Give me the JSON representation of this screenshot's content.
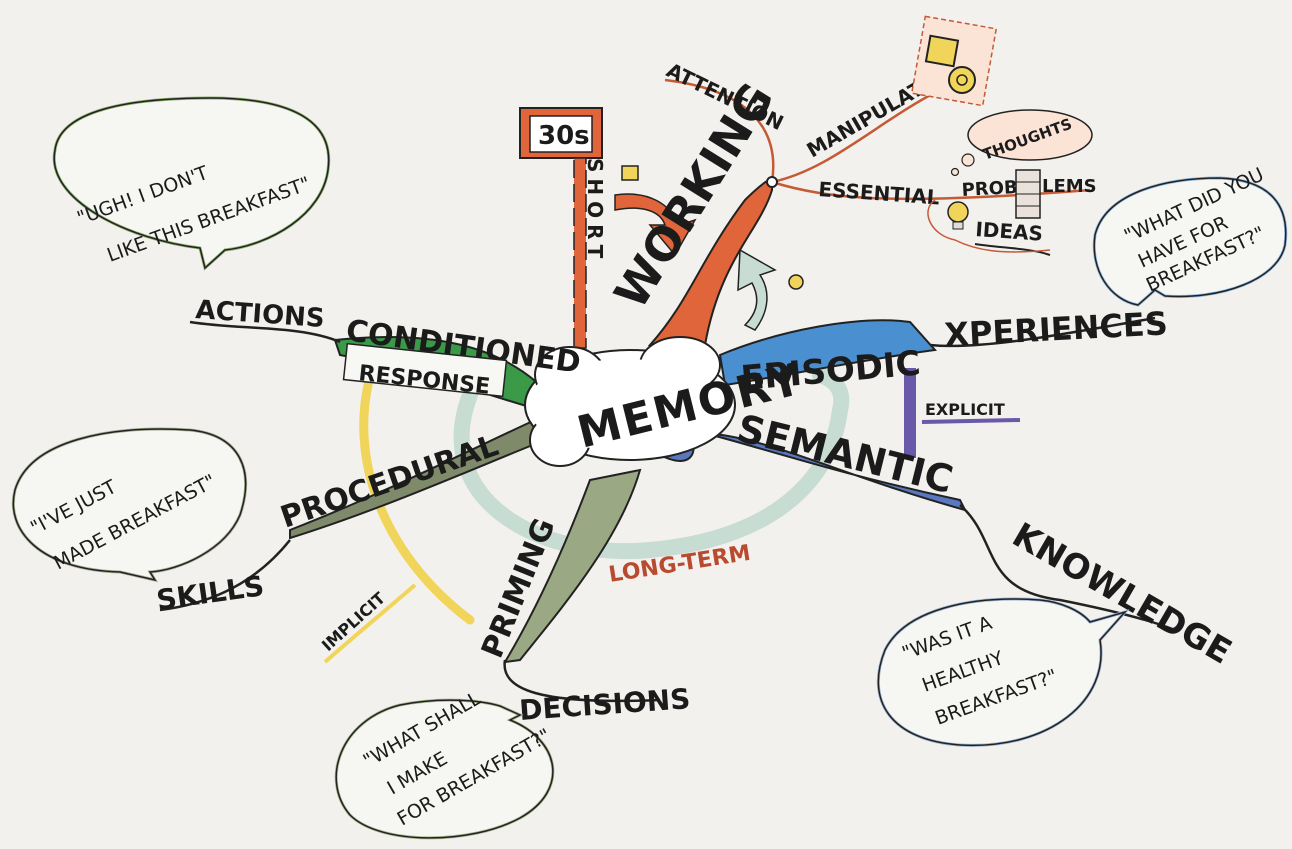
{
  "center": {
    "label": "MEMORY"
  },
  "branches": {
    "working": "WORKING",
    "short": "SHORT",
    "duration": "30s",
    "episodic": "EPISODIC",
    "semantic": "SEMANTIC",
    "conditioned": "CONDITIONED",
    "response": "RESPONSE",
    "procedural": "PROCEDURAL",
    "priming": "PRIMING",
    "long_term": "LONG-TERM",
    "implicit": "IMPLICIT",
    "explicit": "EXPLICIT"
  },
  "working_sub": {
    "attention": "ATTENTION",
    "manipulate": "MANIPULATE",
    "essential": "ESSENTIAL",
    "thoughts": "THOUGHTS",
    "prob": "PROB",
    "lems": "LEMS",
    "ideas": "IDEAS"
  },
  "leaves": {
    "actions": "ACTIONS",
    "skills": "SKILLS",
    "decisions": "DECISIONS",
    "xperiences": "XPERIENCES",
    "knowledge": "KNOWLEDGE"
  },
  "bubbles": {
    "actions_1": "\"UGH! I DON'T",
    "actions_2": "LIKE THIS BREAKFAST\"",
    "skills_1": "\"I'VE JUST",
    "skills_2": "MADE BREAKFAST\"",
    "decisions_1": "\"WHAT SHALL",
    "decisions_2": "I MAKE",
    "decisions_3": "FOR BREAKFAST?\"",
    "xperiences_1": "\"WHAT DID YOU",
    "xperiences_2": "HAVE FOR",
    "xperiences_3": "BREAKFAST?\"",
    "knowledge_1": "\"WAS IT A",
    "knowledge_2": "HEALTHY",
    "knowledge_3": "BREAKFAST?\""
  },
  "colors": {
    "background": "#f3f1ed",
    "working": "#e0653a",
    "episodic": "#4a8fd0",
    "semantic": "#5a78c0",
    "conditioned": "#3a9a48",
    "procedural": "#7e8a6a",
    "priming": "#9aa884",
    "long_term_arc": "#c7dcd2",
    "implicit_arc": "#f0d55a",
    "explicit_bar": "#6a58a8",
    "long_term_text": "#b84a30"
  }
}
